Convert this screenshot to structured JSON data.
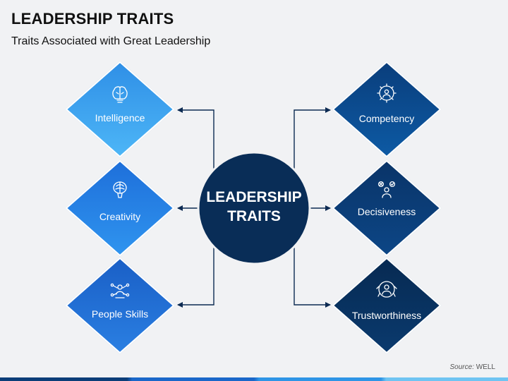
{
  "title": "LEADERSHIP TRAITS",
  "subtitle": "Traits Associated with Great Leadership",
  "center": {
    "line1": "LEADERSHIP",
    "line2": "TRAITS"
  },
  "left_items": [
    {
      "label": "Intelligence",
      "icon": "brain-bulb-icon",
      "color": "#3aa2ec"
    },
    {
      "label": "Creativity",
      "icon": "brain-idea-icon",
      "color": "#2a7fe0"
    },
    {
      "label": "People Skills",
      "icon": "people-network-icon",
      "color": "#1f6fd6"
    }
  ],
  "right_items": [
    {
      "label": "Competency",
      "icon": "gear-person-icon",
      "color": "#0b4f96"
    },
    {
      "label": "Decisiveness",
      "icon": "person-choice-icon",
      "color": "#0a3f7e"
    },
    {
      "label": "Trustworthiness",
      "icon": "shield-person-icon",
      "color": "#08325f"
    }
  ],
  "colors": {
    "center_fill": "#092d57",
    "connector": "#0c2a52"
  },
  "source": {
    "label": "Source:",
    "value": "WELL"
  }
}
